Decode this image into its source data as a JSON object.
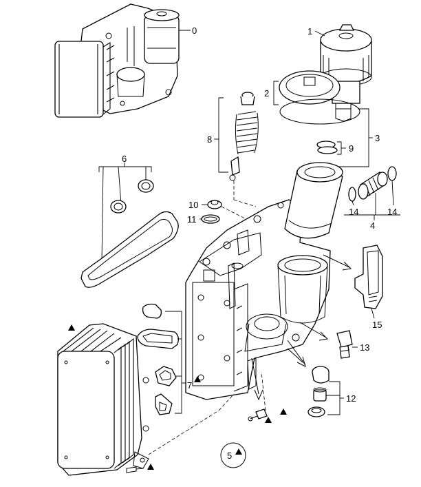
{
  "callouts": [
    {
      "id": "c0",
      "text": "0"
    },
    {
      "id": "c1",
      "text": "1"
    },
    {
      "id": "c2",
      "text": "2"
    },
    {
      "id": "c3",
      "text": "3"
    },
    {
      "id": "c4",
      "text": "4"
    },
    {
      "id": "c5",
      "text": "5"
    },
    {
      "id": "c6",
      "text": "6"
    },
    {
      "id": "c7",
      "text": "7"
    },
    {
      "id": "c8",
      "text": "8"
    },
    {
      "id": "c9",
      "text": "9"
    },
    {
      "id": "c10",
      "text": "10"
    },
    {
      "id": "c11",
      "text": "11"
    },
    {
      "id": "c12",
      "text": "12"
    },
    {
      "id": "c13",
      "text": "13"
    },
    {
      "id": "c14a",
      "text": "14"
    },
    {
      "id": "c14b",
      "text": "14"
    },
    {
      "id": "c15",
      "text": "15"
    }
  ],
  "marker_icon": "triangle-marker-icon"
}
